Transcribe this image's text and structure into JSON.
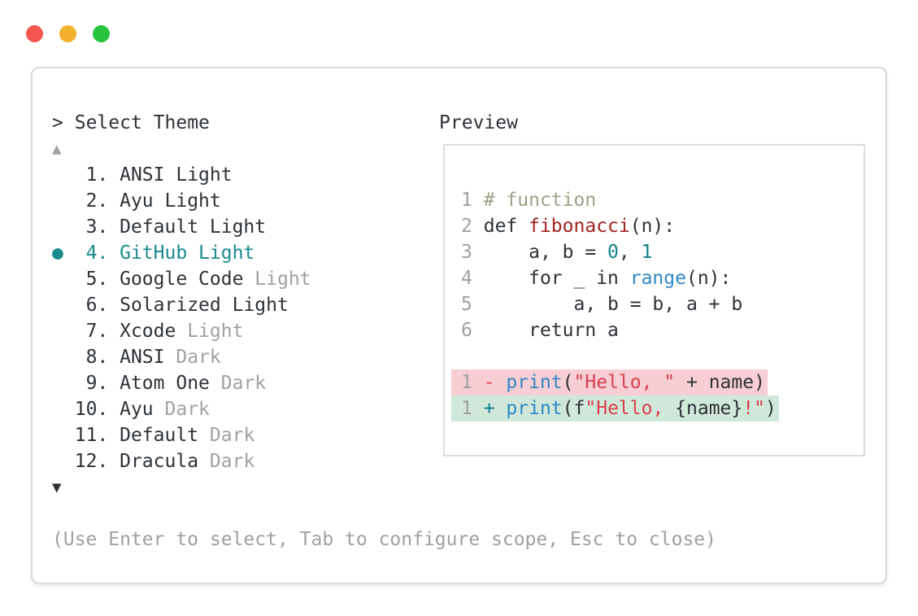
{
  "window": {
    "traffic_lights": [
      {
        "name": "close-button",
        "color_key": "traffic_red"
      },
      {
        "name": "minimize-button",
        "color_key": "traffic_yellow"
      },
      {
        "name": "zoom-button",
        "color_key": "traffic_green"
      }
    ],
    "prompt": {
      "caret": ">",
      "title": "Select Theme"
    },
    "scroll_up_symbol": "▲",
    "scroll_down_symbol": "▼",
    "footer_hint": "(Use Enter to select, Tab to configure scope, Esc to close)"
  },
  "theme_list": {
    "selection_marker": "●",
    "selected_number": "4",
    "items": [
      {
        "number": "1",
        "name": "ANSI Light",
        "dim_suffix": "",
        "selected": false
      },
      {
        "number": "2",
        "name": "Ayu Light",
        "dim_suffix": "",
        "selected": false
      },
      {
        "number": "3",
        "name": "Default Light",
        "dim_suffix": "",
        "selected": false
      },
      {
        "number": "4",
        "name": "GitHub Light",
        "dim_suffix": "",
        "selected": true
      },
      {
        "number": "5",
        "name": "Google Code",
        "dim_suffix": "Light",
        "selected": false
      },
      {
        "number": "6",
        "name": "Solarized Light",
        "dim_suffix": "",
        "selected": false
      },
      {
        "number": "7",
        "name": "Xcode",
        "dim_suffix": "Light",
        "selected": false
      },
      {
        "number": "8",
        "name": "ANSI",
        "dim_suffix": "Dark",
        "selected": false
      },
      {
        "number": "9",
        "name": "Atom One",
        "dim_suffix": "Dark",
        "selected": false
      },
      {
        "number": "10",
        "name": "Ayu",
        "dim_suffix": "Dark",
        "selected": false
      },
      {
        "number": "11",
        "name": "Default",
        "dim_suffix": "Dark",
        "selected": false
      },
      {
        "number": "12",
        "name": "Dracula",
        "dim_suffix": "Dark",
        "selected": false
      }
    ]
  },
  "preview": {
    "label": "Preview",
    "code_lines": [
      {
        "num": "1",
        "segments": [
          {
            "text": "# function",
            "style": "comment"
          }
        ]
      },
      {
        "num": "2",
        "segments": [
          {
            "text": "def ",
            "style": "text"
          },
          {
            "text": "fibonacci",
            "style": "func"
          },
          {
            "text": "(n):",
            "style": "text"
          }
        ]
      },
      {
        "num": "3",
        "segments": [
          {
            "text": "    a, b = ",
            "style": "text"
          },
          {
            "text": "0",
            "style": "num"
          },
          {
            "text": ", ",
            "style": "text"
          },
          {
            "text": "1",
            "style": "num"
          }
        ]
      },
      {
        "num": "4",
        "segments": [
          {
            "text": "    for _ in ",
            "style": "text"
          },
          {
            "text": "range",
            "style": "call"
          },
          {
            "text": "(n):",
            "style": "text"
          }
        ]
      },
      {
        "num": "5",
        "segments": [
          {
            "text": "        a, b = b, a + b",
            "style": "text"
          }
        ]
      },
      {
        "num": "6",
        "segments": [
          {
            "text": "    return a",
            "style": "text"
          }
        ]
      }
    ],
    "diff_lines": [
      {
        "num": "1",
        "kind": "del",
        "segments": [
          {
            "text": "- ",
            "style": "del-sign"
          },
          {
            "text": "print",
            "style": "call"
          },
          {
            "text": "(",
            "style": "text"
          },
          {
            "text": "\"Hello, \"",
            "style": "str"
          },
          {
            "text": " + name)",
            "style": "text"
          }
        ]
      },
      {
        "num": "1",
        "kind": "ins",
        "segments": [
          {
            "text": "+ ",
            "style": "ins-sign"
          },
          {
            "text": "print",
            "style": "call"
          },
          {
            "text": "(f",
            "style": "text"
          },
          {
            "text": "\"Hello, ",
            "style": "str"
          },
          {
            "text": "{name}",
            "style": "text"
          },
          {
            "text": "!\"",
            "style": "str"
          },
          {
            "text": ")",
            "style": "text"
          }
        ]
      }
    ]
  },
  "colors": {
    "text": "#2d3237",
    "dim": "#9ea1a4",
    "accent_teal": "#1a8a8e",
    "code_blue": "#3088c4",
    "code_red_dark": "#a3231f",
    "code_crimson": "#d9404f",
    "code_teal": "#10808a",
    "comment": "#9ca189",
    "del_bg": "#f6ced3",
    "ins_bg": "#cfe8d9",
    "window_border": "#d9d9d9",
    "preview_border": "#dcdcdc",
    "traffic_red": "#f2564f",
    "traffic_yellow": "#f2b02c",
    "traffic_green": "#27c33d"
  }
}
